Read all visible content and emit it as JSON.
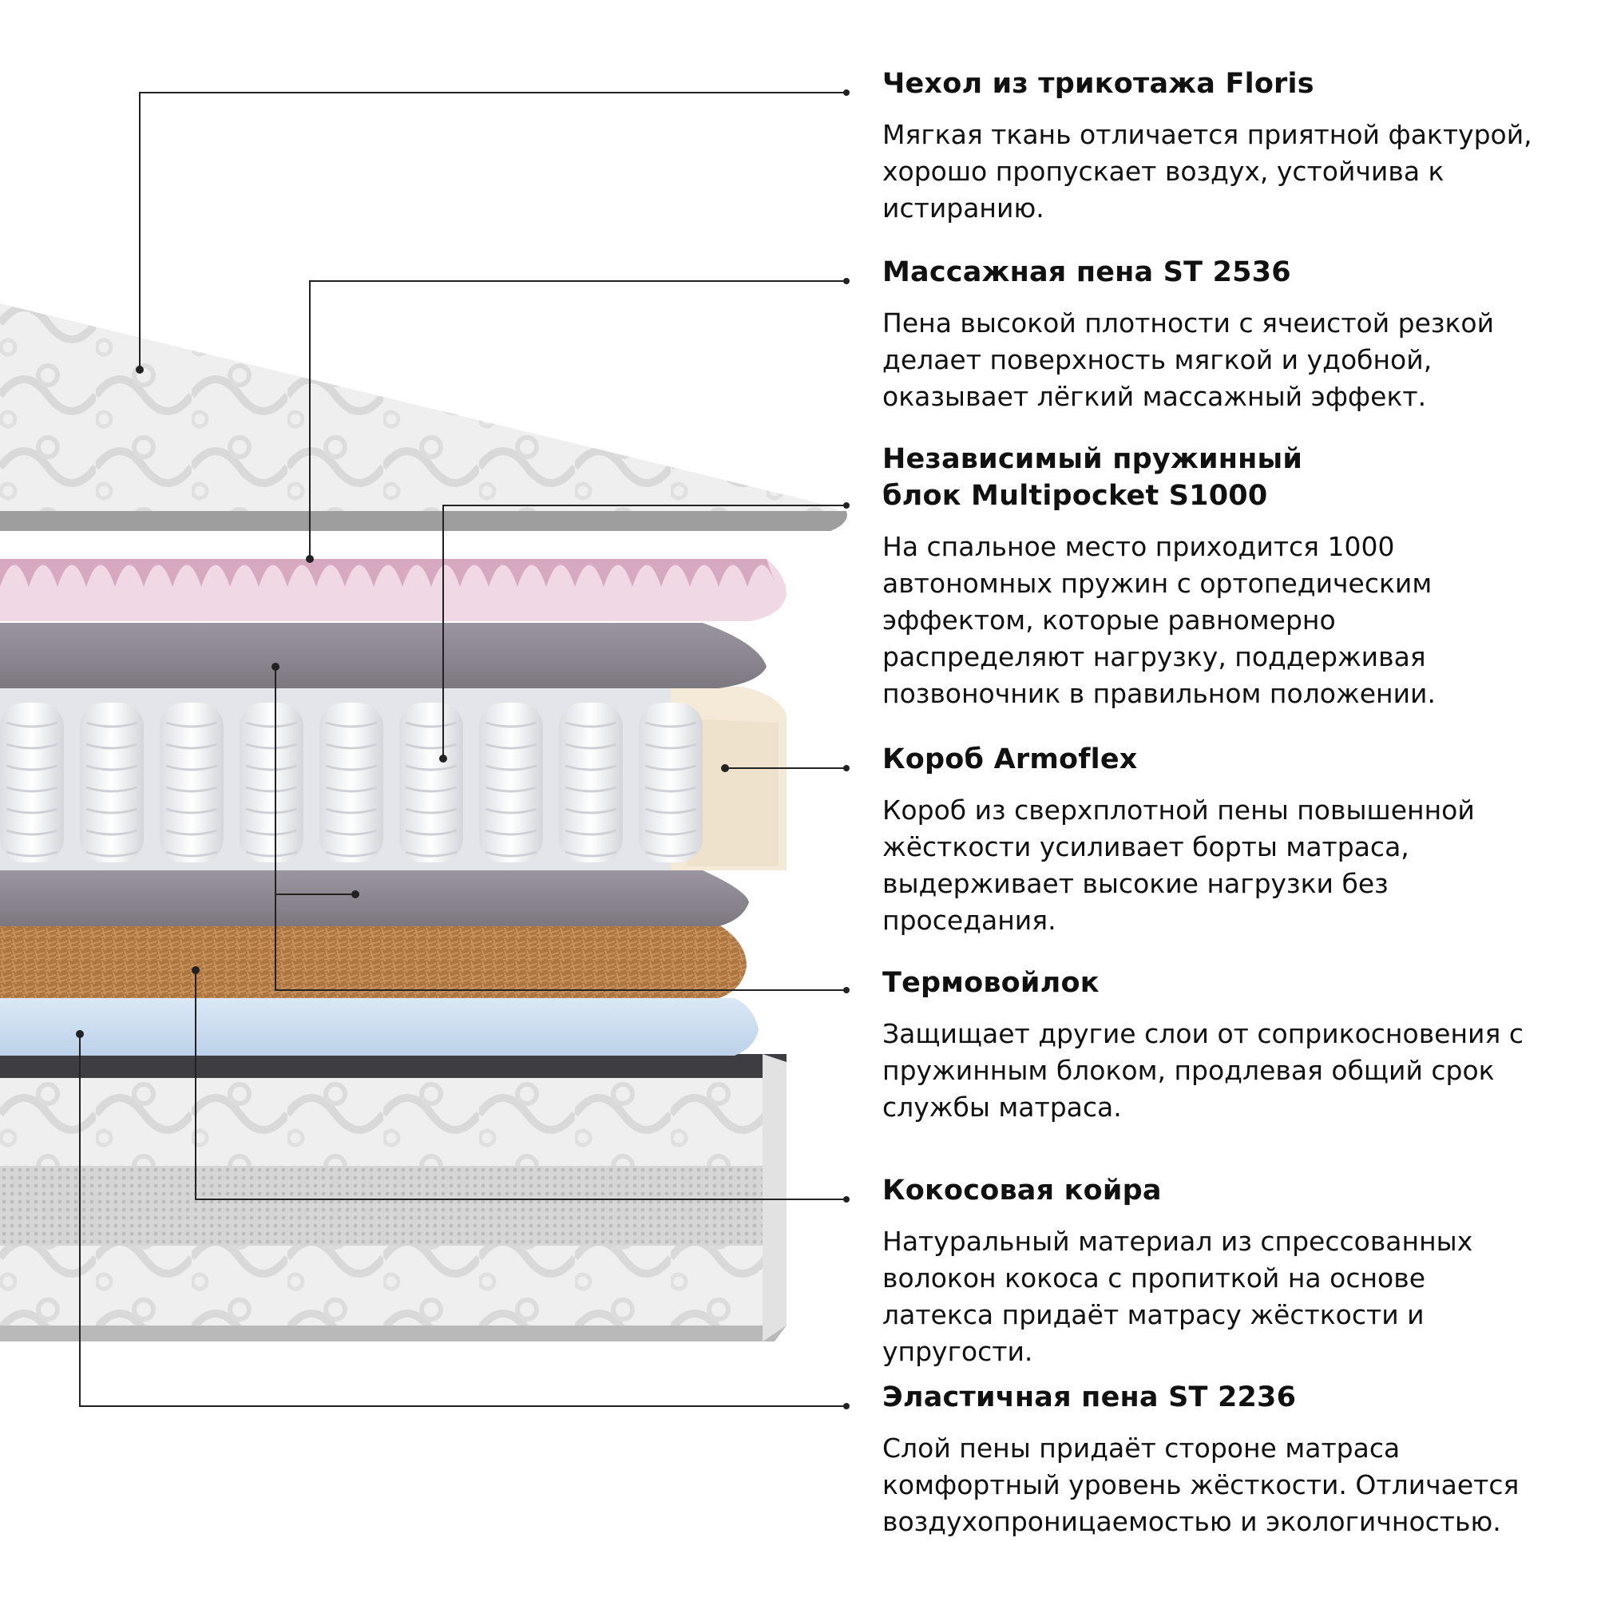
{
  "layers": [
    {
      "title": "Чехол из трикотажа Floris",
      "desc": "Мягкая ткань отличается приятной фактурой, хорошо пропускает воздух, устойчива к истиранию."
    },
    {
      "title": "Массажная пена ST 2536",
      "desc": "Пена высокой плотности с ячеистой резкой делает поверхность мягкой и удобной, оказывает лёгкий массажный эффект."
    },
    {
      "title": "Независимый пружинный блок Multipocket S1000",
      "desc": "На спальное место приходится 1000 автономных пружин с ортопедическим эффектом, которые равномерно распределяют нагрузку, поддерживая позвоночник в правильном положении."
    },
    {
      "title": "Короб Armoflex",
      "desc": "Короб из сверхплотной пены повышенной жёсткости усиливает борты матраса, выдерживает высокие нагрузки без проседания."
    },
    {
      "title": "Термовойлок",
      "desc": "Защищает другие слои от соприкосновения с пружинным блоком, продлевая общий срок службы матраса."
    },
    {
      "title": "Кокосовая койра",
      "desc": "Натуральный материал из спрессованных волокон кокоса с пропиткой на основе латекса придаёт матрасу жёсткости и упругости."
    },
    {
      "title": "Эластичная пена ST 2236",
      "desc": "Слой пены придаёт стороне матраса комфортный уровень жёсткости. Отличается воздухопроницаемостью и экологичностью."
    }
  ],
  "colors": {
    "cover": "#eeeeee",
    "massage_foam": "#e6c9d8",
    "felt": "#8c8790",
    "springs": "#f7f7f9",
    "armoflex": "#f6ecdc",
    "coir": "#b07a45",
    "elastic_foam": "#cfe0f0",
    "base_cover": "#f1f1f1",
    "leader_line": "#222222"
  }
}
